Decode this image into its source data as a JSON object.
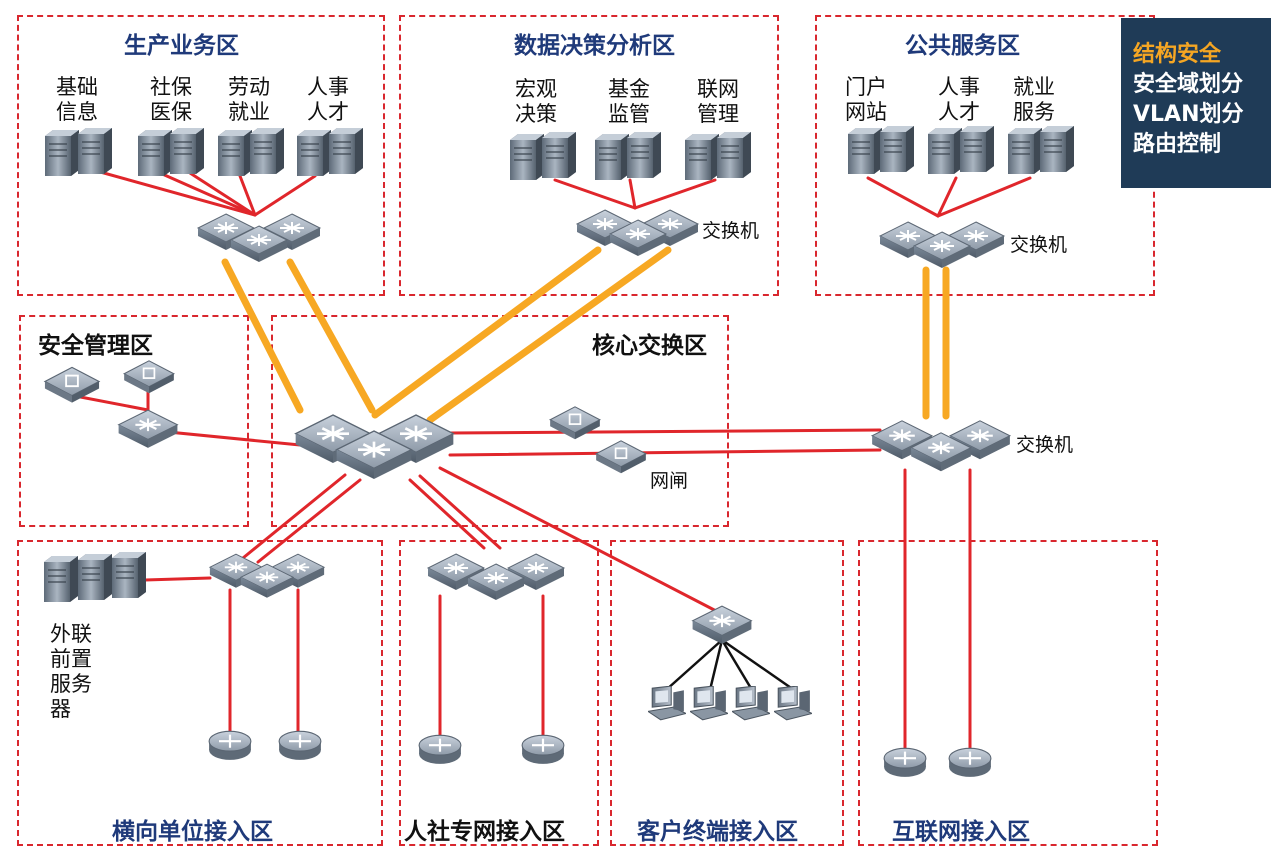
{
  "zones": {
    "production": "生产业务区",
    "decision": "数据决策分析区",
    "public": "公共服务区",
    "security_mgmt": "安全管理区",
    "core": "核心交换区",
    "lateral": "横向单位接入区",
    "hrss": "人社专网接入区",
    "client": "客户终端接入区",
    "internet": "互联网接入区"
  },
  "server_labels": {
    "basic_info": "基础\n信息",
    "social_medical": "社保\n医保",
    "labor_employment": "劳动\n就业",
    "hr_talent_prod": "人事\n人才",
    "macro_decision": "宏观\n决策",
    "fund_supervision": "基金\n监管",
    "network_mgmt": "联网\n管理",
    "portal": "门户\n网站",
    "hr_talent_public": "人事\n人才",
    "employment_service": "就业\n服务",
    "ext_frontend": "外联\n前置\n服务\n器"
  },
  "device_labels": {
    "switch_decision": "交换机",
    "switch_public": "交换机",
    "switch_core_right": "交换机",
    "gatekeeper": "网闸"
  },
  "infobox": {
    "title": "结构安全",
    "line1": "安全域划分",
    "line2": "VLAN划分",
    "line3": "路由控制"
  },
  "colors": {
    "zone_border": "#d9272e",
    "red_link": "#e0262b",
    "trunk_link": "#f7a823",
    "title_blue": "#1f3a7a",
    "infobox_bg": "#1f3b57",
    "infobox_title": "#f5a623"
  }
}
